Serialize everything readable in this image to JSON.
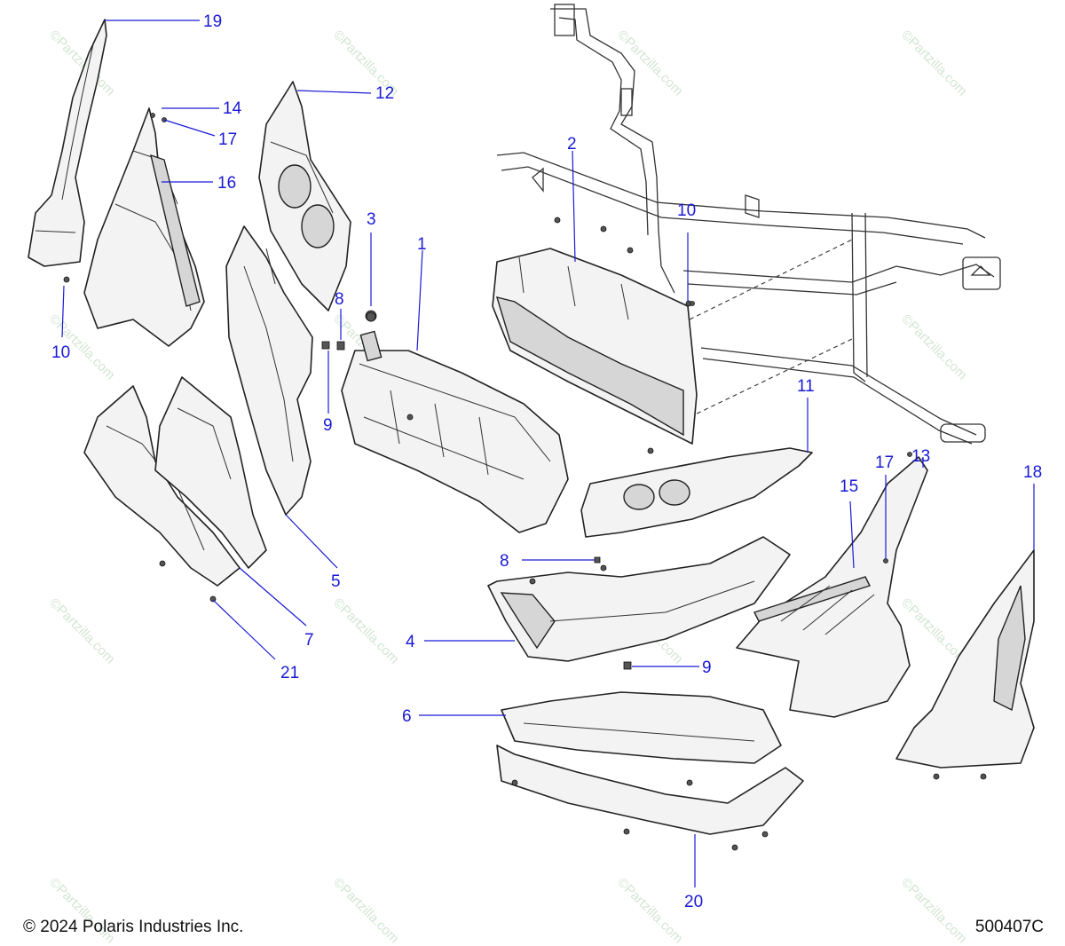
{
  "footer": {
    "copyright": "© 2024 Polaris Industries Inc.",
    "drawing_number": "500407C"
  },
  "watermark": {
    "text": "©Partzilla.com"
  },
  "callouts": {
    "c1": "1",
    "c2": "2",
    "c3": "3",
    "c4": "4",
    "c5": "5",
    "c6": "6",
    "c7": "7",
    "c8a": "8",
    "c8b": "8",
    "c9a": "9",
    "c9b": "9",
    "c10a": "10",
    "c10b": "10",
    "c11": "11",
    "c12": "12",
    "c13": "13",
    "c14": "14",
    "c15": "15",
    "c16": "16",
    "c17a": "17",
    "c17b": "17",
    "c18": "18",
    "c19": "19",
    "c20": "20",
    "c21": "21"
  },
  "colors": {
    "callout": "#1a1ad6",
    "line_art": "#222222",
    "watermark": "#cfe3cf"
  }
}
